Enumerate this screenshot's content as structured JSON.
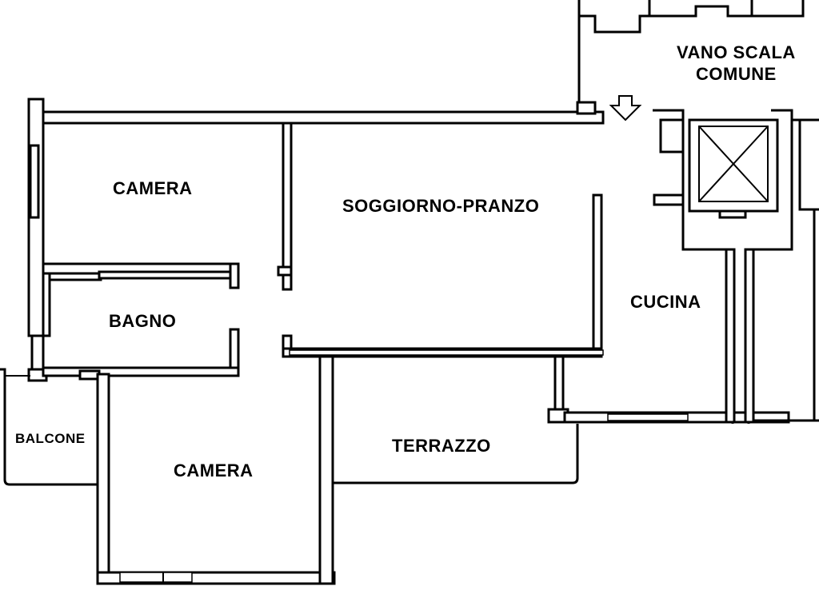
{
  "floorplan": {
    "rooms": [
      {
        "id": "camera-top",
        "label": "CAMERA"
      },
      {
        "id": "soggiorno",
        "label": "SOGGIORNO-PRANZO"
      },
      {
        "id": "bagno",
        "label": "BAGNO"
      },
      {
        "id": "cucina",
        "label": "CUCINA"
      },
      {
        "id": "balcone",
        "label": "BALCONE"
      },
      {
        "id": "camera-bottom",
        "label": "CAMERA"
      },
      {
        "id": "terrazzo",
        "label": "TERRAZZO"
      }
    ],
    "stairwell": {
      "line1": "VANO SCALA",
      "line2": "COMUNE"
    },
    "colors": {
      "ink": "#000000",
      "paper": "#ffffff"
    }
  }
}
